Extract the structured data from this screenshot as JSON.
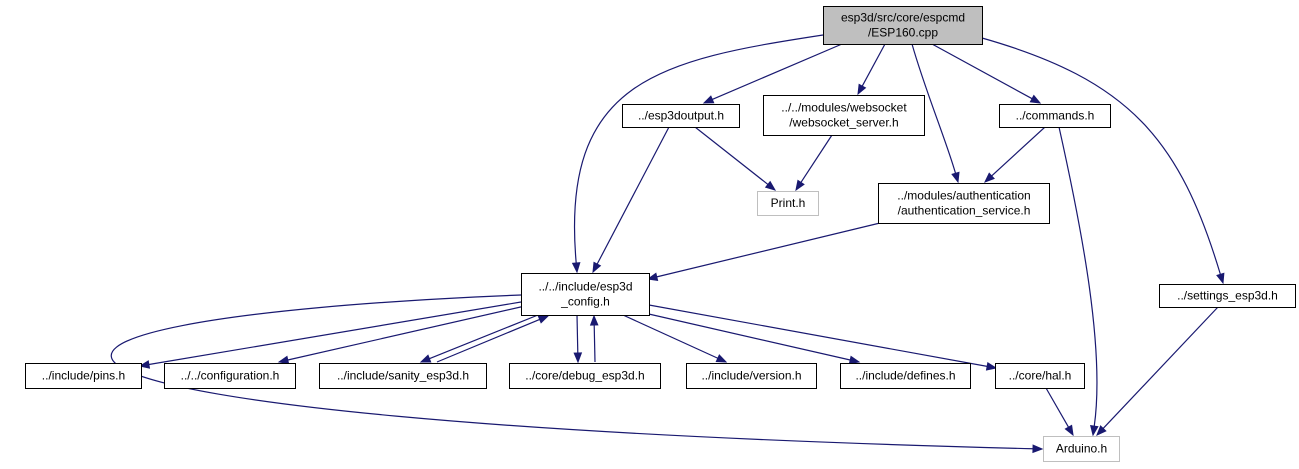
{
  "diagram": {
    "colors": {
      "edge": "#191970",
      "root_fill": "#bfbfbf",
      "ghost_border": "#bfbfbf",
      "box_border": "#000000",
      "background": "#ffffff"
    },
    "nodes": {
      "root": {
        "lines": [
          "esp3d/src/core/espcmd",
          "/ESP160.cpp"
        ]
      },
      "esp3doutput": {
        "lines": [
          "../esp3doutput.h"
        ]
      },
      "websocket_server": {
        "lines": [
          "../../modules/websocket",
          "/websocket_server.h"
        ]
      },
      "commands": {
        "lines": [
          "../commands.h"
        ]
      },
      "print": {
        "lines": [
          "Print.h"
        ]
      },
      "authentication_service": {
        "lines": [
          "../modules/authentication",
          "/authentication_service.h"
        ]
      },
      "esp3d_config": {
        "lines": [
          "../../include/esp3d",
          "_config.h"
        ]
      },
      "settings_esp3d": {
        "lines": [
          "../settings_esp3d.h"
        ]
      },
      "pins": {
        "lines": [
          "../include/pins.h"
        ]
      },
      "configuration": {
        "lines": [
          "../../configuration.h"
        ]
      },
      "sanity_esp3d": {
        "lines": [
          "../include/sanity_esp3d.h"
        ]
      },
      "debug_esp3d": {
        "lines": [
          "../core/debug_esp3d.h"
        ]
      },
      "version": {
        "lines": [
          "../include/version.h"
        ]
      },
      "defines": {
        "lines": [
          "../include/defines.h"
        ]
      },
      "hal": {
        "lines": [
          "../core/hal.h"
        ]
      },
      "arduino": {
        "lines": [
          "Arduino.h"
        ]
      }
    },
    "edges": [
      {
        "from": "root",
        "to": "esp3doutput"
      },
      {
        "from": "root",
        "to": "websocket_server"
      },
      {
        "from": "root",
        "to": "authentication_service"
      },
      {
        "from": "root",
        "to": "commands"
      },
      {
        "from": "root",
        "to": "esp3d_config"
      },
      {
        "from": "root",
        "to": "settings_esp3d"
      },
      {
        "from": "esp3doutput",
        "to": "print"
      },
      {
        "from": "esp3doutput",
        "to": "esp3d_config"
      },
      {
        "from": "websocket_server",
        "to": "print"
      },
      {
        "from": "commands",
        "to": "authentication_service"
      },
      {
        "from": "commands",
        "to": "arduino"
      },
      {
        "from": "authentication_service",
        "to": "esp3d_config"
      },
      {
        "from": "settings_esp3d",
        "to": "arduino"
      },
      {
        "from": "esp3d_config",
        "to": "pins"
      },
      {
        "from": "esp3d_config",
        "to": "configuration"
      },
      {
        "from": "esp3d_config",
        "to": "sanity_esp3d"
      },
      {
        "from": "sanity_esp3d",
        "to": "esp3d_config"
      },
      {
        "from": "esp3d_config",
        "to": "debug_esp3d"
      },
      {
        "from": "debug_esp3d",
        "to": "esp3d_config"
      },
      {
        "from": "esp3d_config",
        "to": "version"
      },
      {
        "from": "esp3d_config",
        "to": "defines"
      },
      {
        "from": "esp3d_config",
        "to": "hal"
      },
      {
        "from": "esp3d_config",
        "to": "arduino"
      },
      {
        "from": "hal",
        "to": "arduino"
      }
    ]
  }
}
